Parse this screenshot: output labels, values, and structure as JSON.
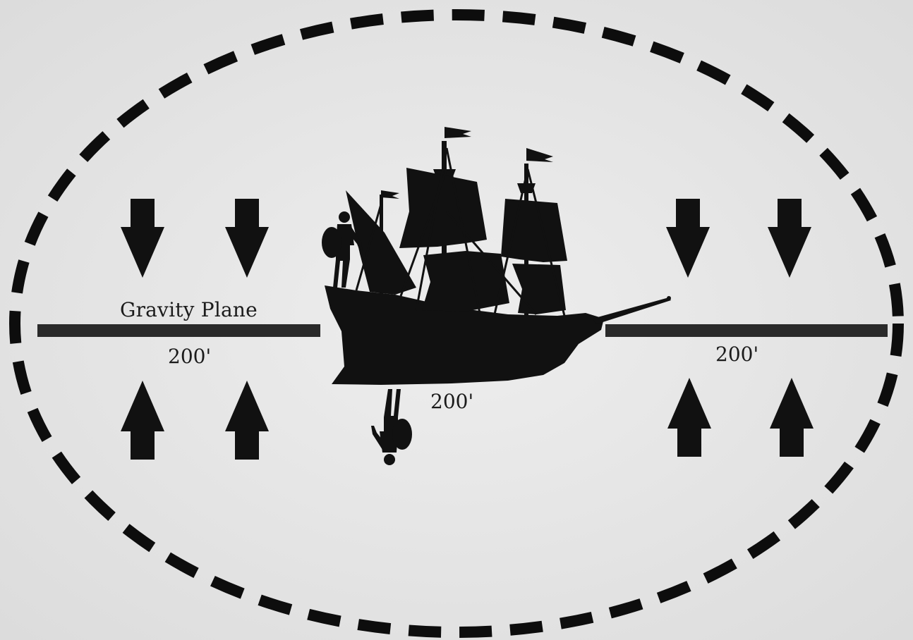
{
  "diagram": {
    "plane_label": "Gravity Plane",
    "distance_left": "200'",
    "distance_right": "200'",
    "distance_below_ship": "200'",
    "colors": {
      "background": "#e8e8e8",
      "ink": "#111111",
      "plane": "#2a2a2a"
    }
  }
}
